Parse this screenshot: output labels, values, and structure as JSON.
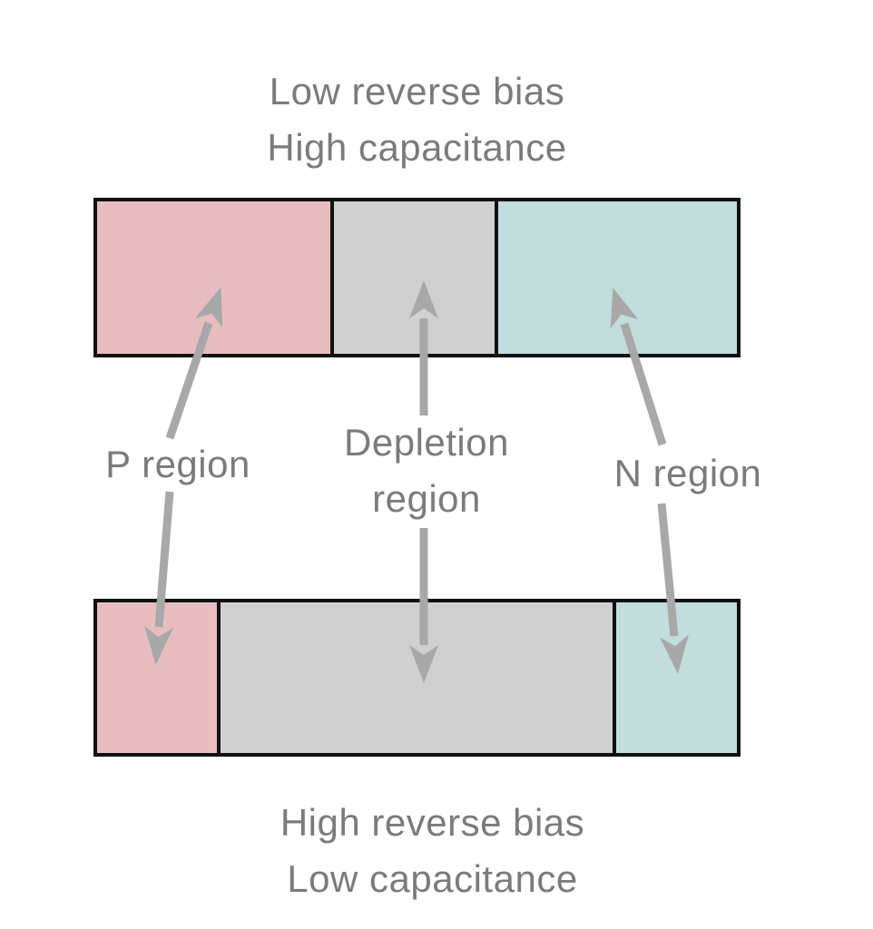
{
  "captions": {
    "top": {
      "line1": "Low reverse bias",
      "line2": "High capacitance"
    },
    "bottom": {
      "line1": "High reverse bias",
      "line2": "Low capacitance"
    }
  },
  "labels": {
    "p_region": "P region",
    "depletion_line1": "Depletion",
    "depletion_line2": "region",
    "n_region": "N region"
  },
  "colors": {
    "p_region": "#e7bdc1",
    "depletion": "#d1d0d0",
    "n_region": "#c1dedd",
    "border": "#111111",
    "arrow": "#a8a8a8",
    "text": "#7b7b7b",
    "background": "#ffffff"
  },
  "bars": {
    "top": {
      "segments": [
        {
          "name": "p",
          "color": "p_region",
          "pct": 36.9
        },
        {
          "name": "depletion",
          "color": "depletion",
          "pct": 25.4
        },
        {
          "name": "n",
          "color": "n_region",
          "pct": 37.7
        }
      ]
    },
    "bottom": {
      "segments": [
        {
          "name": "p",
          "color": "p_region",
          "pct": 19.0
        },
        {
          "name": "depletion",
          "color": "depletion",
          "pct": 61.9
        },
        {
          "name": "n",
          "color": "n_region",
          "pct": 19.1
        }
      ]
    }
  }
}
